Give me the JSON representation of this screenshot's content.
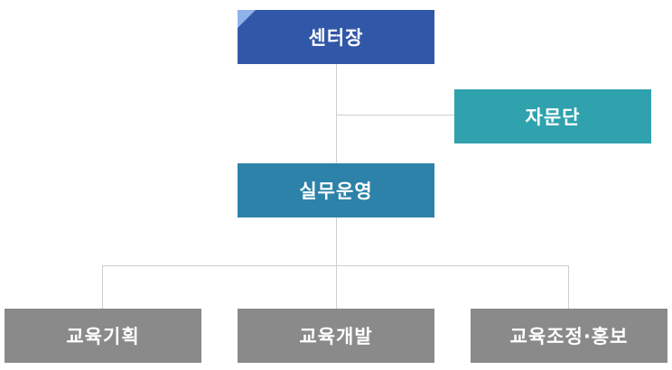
{
  "org_chart": {
    "director": {
      "label": "센터장",
      "color": "#3158a8"
    },
    "advisory": {
      "label": "자문단",
      "color": "#2fa2ad"
    },
    "operations": {
      "label": "실무운영",
      "color": "#2c82a8"
    },
    "teams": [
      {
        "label": "교육기획",
        "color": "#8a8a8a"
      },
      {
        "label": "교육개발",
        "color": "#8a8a8a"
      },
      {
        "label": "교육조정·홍보",
        "color": "#8a8a8a"
      }
    ],
    "connector_color": "#cfcfcf"
  }
}
